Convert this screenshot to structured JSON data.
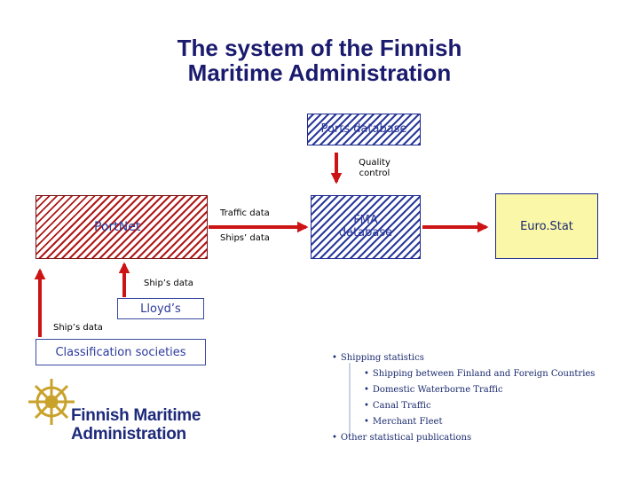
{
  "title": {
    "line1": "The system of the Finnish",
    "line2": "Maritime Administration"
  },
  "nodes": {
    "ports_database": "Ports database",
    "quality_control_1": "Quality",
    "quality_control_2": "control",
    "portnet": "PortNet",
    "fma_database_1": "FMA",
    "fma_database_2": "database",
    "eurostat": "Euro.Stat",
    "lloyds": "Lloyd’s",
    "classification_societies": "Classification societies"
  },
  "edges": {
    "traffic_data": "Traffic data",
    "ships_data_plural": "Ships’ data",
    "ships_data_1": "Ship’s data",
    "ships_data_2": "Ship’s data"
  },
  "outputs": {
    "items": [
      "Shipping statistics",
      "Shipping between Finland and Foreign Countries",
      "Domestic Waterborne Traffic",
      "Canal Traffic",
      "Merchant Fleet",
      "Other statistical publications"
    ]
  },
  "logo": {
    "line1": "Finnish Maritime",
    "line2": "Administration"
  },
  "colors": {
    "arrow": "#cc1414",
    "title": "#1a1a6e",
    "hatch_blue": "#2b3a9b",
    "hatch_red": "#b01818",
    "eurostat_fill": "#fbf7a8",
    "logo": "#1e2a7a",
    "logo_emblem": "#c9a22b"
  }
}
